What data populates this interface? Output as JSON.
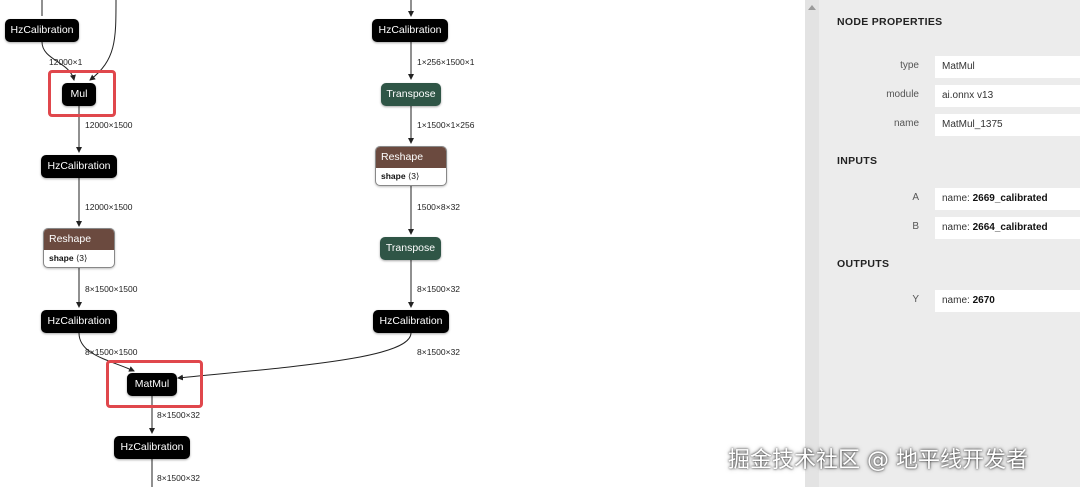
{
  "graph": {
    "nodes": {
      "hzcal_top_left": "HzCalibration",
      "hzcal_top_right": "HzCalibration",
      "mul": "Mul",
      "transpose_1": "Transpose",
      "hzcal_left_2": "HzCalibration",
      "reshape_right": {
        "title": "Reshape",
        "attr_name": "shape",
        "attr_value": "⟨3⟩"
      },
      "reshape_left": {
        "title": "Reshape",
        "attr_name": "shape",
        "attr_value": "⟨3⟩"
      },
      "transpose_2": "Transpose",
      "hzcal_left_3": "HzCalibration",
      "hzcal_right_3": "HzCalibration",
      "matmul": "MatMul",
      "hzcal_bottom": "HzCalibration"
    },
    "edge_labels": {
      "e1": "12000×1",
      "e2": "1×256×1500×1",
      "e3": "12000×1500",
      "e4": "1×1500×1×256",
      "e5": "12000×1500",
      "e6": "1500×8×32",
      "e7": "8×1500×1500",
      "e8": "8×1500×32",
      "e9": "8×1500×1500",
      "e10": "8×1500×32",
      "e11": "8×1500×32",
      "e12": "8×1500×32"
    },
    "highlight_color": "#e0474c"
  },
  "panel": {
    "title": "NODE PROPERTIES",
    "props": [
      {
        "label": "type",
        "value": "MatMul"
      },
      {
        "label": "module",
        "value": "ai.onnx v13"
      },
      {
        "label": "name",
        "value": "MatMul_1375"
      }
    ],
    "inputs_title": "INPUTS",
    "inputs": [
      {
        "label": "A",
        "prefix": "name: ",
        "value": "2669_calibrated"
      },
      {
        "label": "B",
        "prefix": "name: ",
        "value": "2664_calibrated"
      }
    ],
    "outputs_title": "OUTPUTS",
    "outputs": [
      {
        "label": "Y",
        "prefix": "name: ",
        "value": "2670"
      }
    ]
  },
  "watermark": "掘金技术社区 @ 地平线开发者"
}
